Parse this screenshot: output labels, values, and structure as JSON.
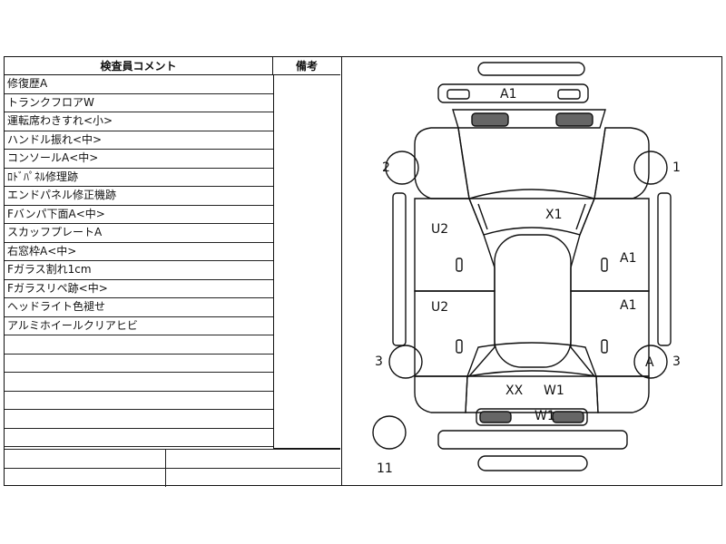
{
  "header": {
    "comment_title": "検査員コメント",
    "remarks_title": "備考"
  },
  "comments": [
    "修復歴A",
    "トランクフロアW",
    "運転席わきすれ<小>",
    "ハンドル振れ<中>",
    "コンソールA<中>",
    "ﾛﾄﾞﾊﾟﾈﾙ修理跡",
    "エンドパネル修正機跡",
    "Fバンパ下面A<中>",
    "スカッフプレートA",
    "右窓枠A<中>",
    "Fガラス割れ1cm",
    "Fガラスリペ跡<中>",
    "ヘッドライト色褪せ",
    "アルミホイールクリアヒビ",
    "",
    "",
    "",
    "",
    "",
    ""
  ],
  "diagram": {
    "marks": {
      "front_bumper": "A1",
      "windshield": "X1",
      "left_front_door": "U2",
      "left_rear_door": "U2",
      "right_front_door": "A1",
      "right_rear_door": "A1",
      "rear_glass": "XX",
      "rear_glass_2": "W1",
      "trunk": "W1",
      "right_rear_wheel": "A"
    },
    "wheel_numbers": {
      "right_front": "1",
      "left_front": "2",
      "left_rear": "3",
      "right_rear": "3",
      "spare": "11"
    }
  }
}
